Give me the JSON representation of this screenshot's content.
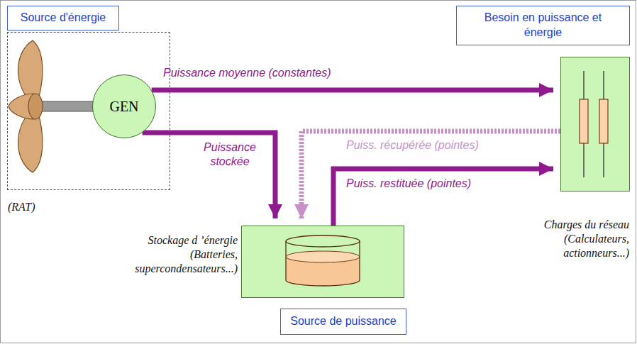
{
  "diagram": {
    "nodes": [
      {
        "text": [
          "Source d'énergie"
        ]
      },
      {
        "text": [
          "Besoin en puissance et énergie"
        ]
      },
      {
        "text": [
          "(RAT)"
        ]
      },
      {
        "text": [
          "GEN"
        ],
        "in": 2
      },
      {
        "text": [
          "Charges du réseau (Calculateurs, actionneurs...)"
        ]
      },
      {
        "text": [
          "Stockage d ’énergie (Batteries, supercondensateurs...)"
        ]
      },
      {
        "text": [
          "Source de puissance"
        ]
      }
    ],
    "edges": [
      {
        "from": 3,
        "to": 4,
        "arrow": "to",
        "label": "Puissance moyenne (constantes)"
      },
      {
        "from": 3,
        "to": 5,
        "arrow": "to",
        "label": "Puissance stockée"
      },
      {
        "from": 4,
        "to": 5,
        "arrow": "to",
        "label": "Puiss. récupérée (pointes)"
      },
      {
        "from": 5,
        "to": 4,
        "arrow": "to",
        "label": "Puiss. restituée (pointes)"
      }
    ]
  }
}
